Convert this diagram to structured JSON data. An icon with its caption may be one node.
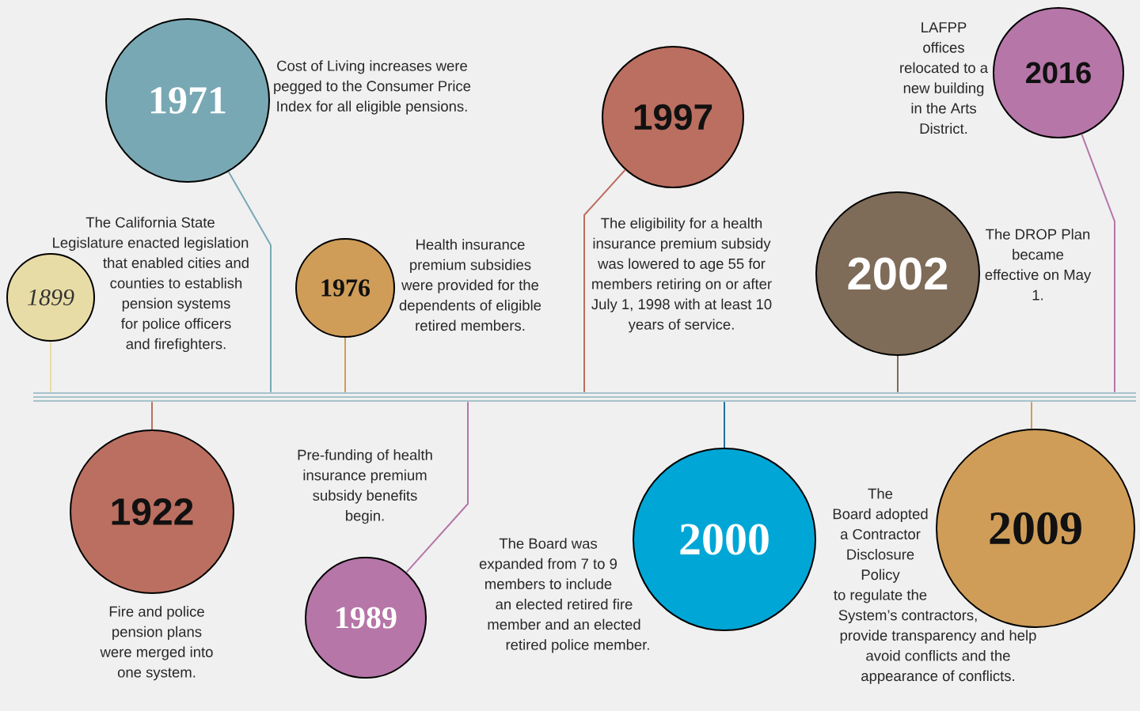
{
  "diagram": {
    "nodes": [
      {
        "text": [
          "1899"
        ],
        "beside": [
          "The California State Legislature enacted legislation that enabled cities and counties to establish pension systems for police officers and firefighters."
        ]
      },
      {
        "text": [
          "1922"
        ],
        "beside": [
          "Fire and police pension plans were merged into one system."
        ]
      },
      {
        "text": [
          "1971"
        ],
        "beside": [
          "Cost of Living increases were pegged to the Consumer Price Index for all eligible pensions."
        ]
      },
      {
        "text": [
          "1976"
        ],
        "beside": [
          "Health insurance premium subsidies were provided for the dependents of eligible retired members."
        ]
      },
      {
        "text": [
          "1989"
        ],
        "beside": [
          "Pre-funding of health insurance premium subsidy benefits begin."
        ]
      },
      {
        "text": [
          "1997"
        ],
        "beside": [
          "The eligibility for a health insurance premium subsidy was lowered to age 55 for members retiring on or after July 1, 1998 with at least 10 years of service."
        ]
      },
      {
        "text": [
          "2000"
        ],
        "beside": [
          "The Board was expanded from 7 to 9 members to include an elected retired fire member and an elected retired police member."
        ]
      },
      {
        "text": [
          "2002"
        ],
        "beside": [
          "The DROP Plan became effective on May 1."
        ]
      },
      {
        "text": [
          "2009"
        ],
        "beside": [
          "The Board adopted a Contractor Disclosure Policy to regulate the System’s contractors, provide transparency and help avoid conflicts and the appearance of conflicts."
        ]
      },
      {
        "text": [
          "2016"
        ],
        "beside": [
          "LAFPP offices relocated to a new building in the Arts District."
        ]
      },
      {
        "text": [],
        "shape": "bar"
      }
    ],
    "edges": [
      {
        "from": 0,
        "to": 10,
        "arrow": "none",
        "color": "#e8dca6"
      },
      {
        "from": 1,
        "to": 10,
        "arrow": "none",
        "color": "#bb6f60"
      },
      {
        "from": 2,
        "to": 10,
        "arrow": "none",
        "color": "#78a8b4"
      },
      {
        "from": 3,
        "to": 10,
        "arrow": "none",
        "color": "#cf9d58"
      },
      {
        "from": 4,
        "to": 10,
        "arrow": "none",
        "color": "#b676a8"
      },
      {
        "from": 5,
        "to": 10,
        "arrow": "none",
        "color": "#bb6f60"
      },
      {
        "from": 6,
        "to": 10,
        "arrow": "none",
        "color": "#1f6fa0"
      },
      {
        "from": 7,
        "to": 10,
        "arrow": "none",
        "color": "#7e6b58"
      },
      {
        "from": 8,
        "to": 10,
        "arrow": "none",
        "color": "#cf9d58"
      },
      {
        "from": 9,
        "to": 10,
        "arrow": "none",
        "color": "#b676a8"
      }
    ]
  }
}
